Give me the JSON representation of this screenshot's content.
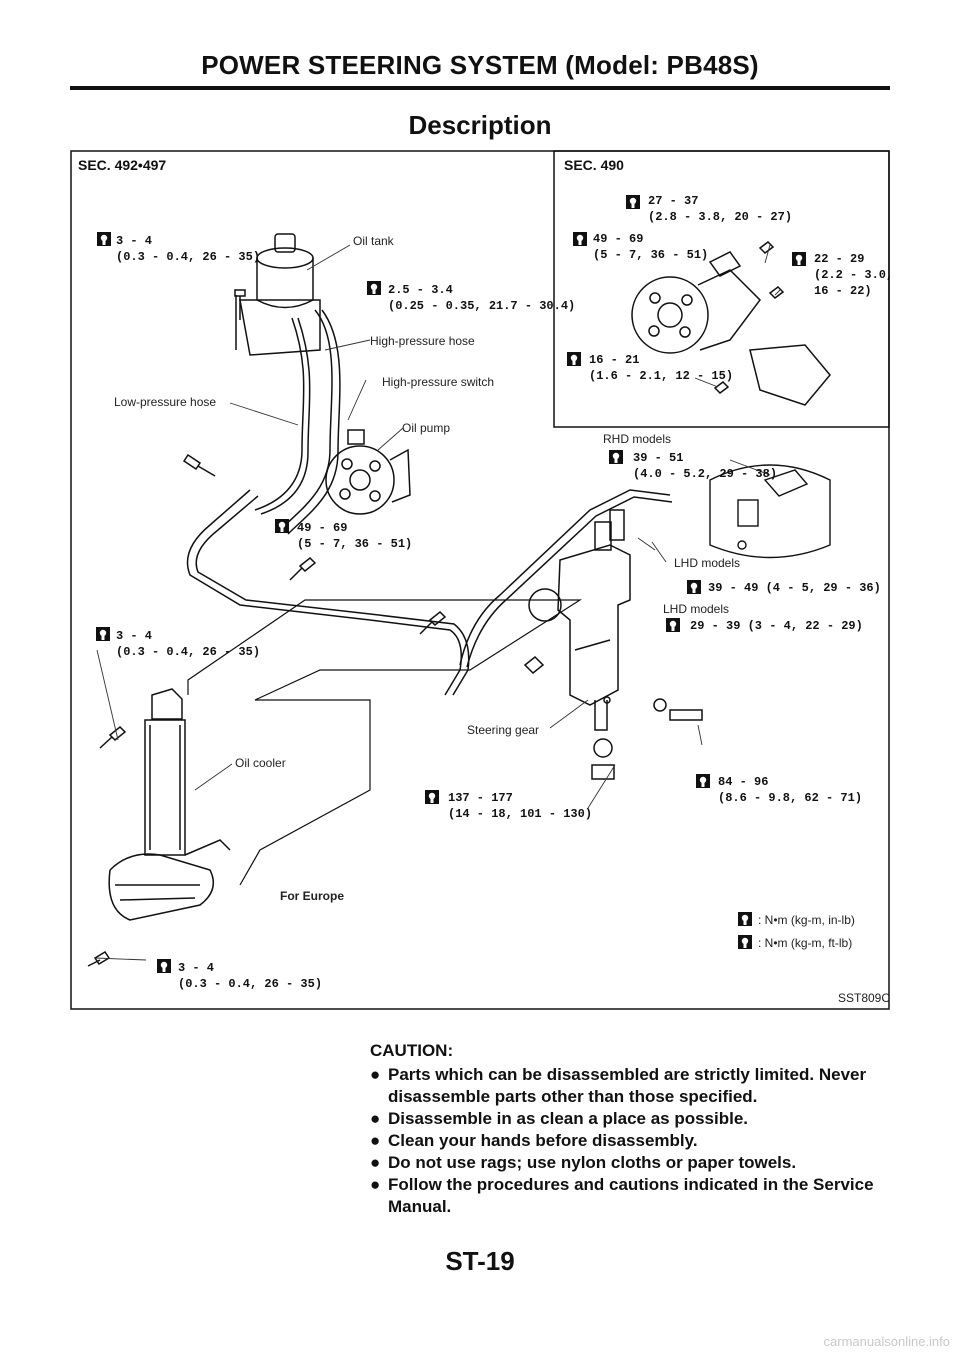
{
  "header": {
    "title": "POWER STEERING SYSTEM (Model: PB48S)"
  },
  "page": {
    "section_title": "Description",
    "page_number": "ST-19"
  },
  "figure": {
    "sections": {
      "left": "SEC. 492•497",
      "right": "SEC. 490"
    },
    "code": "SST809C",
    "market_note": "For Europe",
    "legend": [
      {
        "icon": "torque-wrench-icon",
        "text": ": N•m (kg-m, in-lb)"
      },
      {
        "icon": "torque-wrench-icon",
        "text": ": N•m (kg-m, ft-lb)"
      }
    ],
    "parts": {
      "oil_tank": "Oil tank",
      "high_pressure_hose": "High-pressure hose",
      "high_pressure_switch": "High-pressure switch",
      "low_pressure_hose": "Low-pressure hose",
      "oil_pump": "Oil pump",
      "oil_cooler": "Oil cooler",
      "steering_gear": "Steering gear",
      "rhd_models": "RHD models",
      "lhd_models_1": "LHD models",
      "lhd_models_2": "LHD models"
    },
    "torques": {
      "t1": {
        "value": "3 - 4",
        "range": "(0.3 - 0.4, 26 - 35)"
      },
      "t2": {
        "value": "2.5 - 3.4",
        "range": "(0.25 - 0.35, 21.7 - 30.4)"
      },
      "t3": {
        "value": "49 - 69",
        "range": "(5 - 7, 36 - 51)"
      },
      "t4": {
        "value": "3 - 4",
        "range": "(0.3 - 0.4, 26 - 35)"
      },
      "t5": {
        "value": "3 - 4",
        "range": "(0.3 - 0.4, 26 - 35)"
      },
      "t6": {
        "value": "27 - 37",
        "range": "(2.8 - 3.8, 20 - 27)"
      },
      "t7": {
        "value": "49 - 69",
        "range": "(5 - 7, 36 - 51)"
      },
      "t8": {
        "value": "22 - 29",
        "range": "(2.2 - 3.0,",
        "range2": "16 - 22)"
      },
      "t9": {
        "value": "16 - 21",
        "range": "(1.6 - 2.1, 12 - 15)"
      },
      "t10": {
        "value": "39 - 51",
        "range": "(4.0 - 5.2, 29 - 38)"
      },
      "t11": {
        "value": "39 - 49 (4 - 5, 29 - 36)"
      },
      "t12": {
        "value": "29 - 39 (3 - 4, 22 - 29)"
      },
      "t13": {
        "value": "84 - 96",
        "range": "(8.6 - 9.8, 62 - 71)"
      },
      "t14": {
        "value": "137 - 177",
        "range": "(14 - 18, 101 - 130)"
      }
    }
  },
  "caution": {
    "title": "CAUTION:",
    "bullet": "●",
    "items": [
      "Parts which can be disassembled are strictly limited. Never disassemble parts other than those specified.",
      "Disassemble in as clean a place as possible.",
      "Clean your hands before disassembly.",
      "Do not use rags; use nylon cloths or paper towels.",
      "Follow the procedures and cautions indicated in the Service Manual."
    ]
  },
  "watermark": "carmanualsonline.info"
}
